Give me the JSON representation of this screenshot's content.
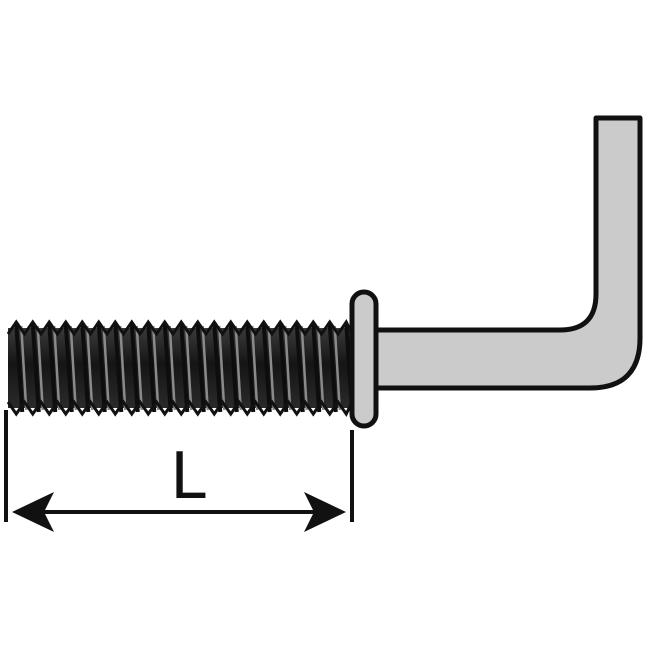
{
  "diagram": {
    "dimension_label": "L",
    "colors": {
      "outline": "#111111",
      "steel_fill": "#cbcbcb",
      "thread_root": "#1a1a1a",
      "thread_crest": "#8a8a8a",
      "background": "#ffffff"
    },
    "parts": [
      "threaded-shank",
      "collar",
      "bent-hook",
      "length-dimension"
    ]
  }
}
